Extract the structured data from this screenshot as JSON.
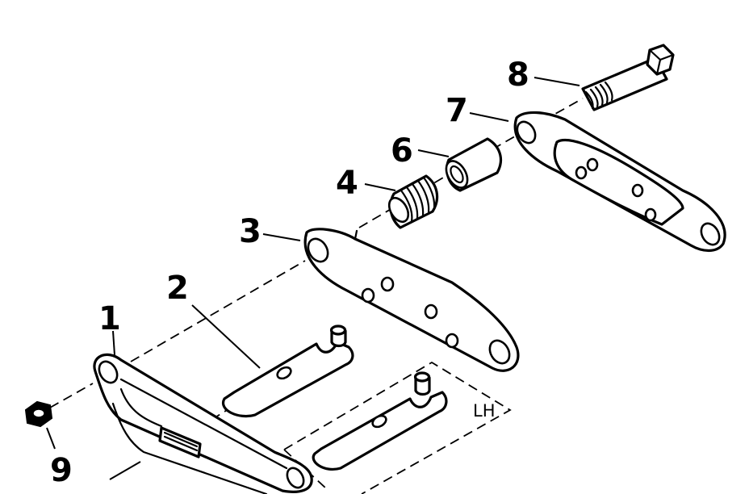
{
  "callouts": [
    {
      "id": "1",
      "text": "1"
    },
    {
      "id": "2",
      "text": "2"
    },
    {
      "id": "3",
      "text": "3"
    },
    {
      "id": "4",
      "text": "4"
    },
    {
      "id": "6",
      "text": "6"
    },
    {
      "id": "7",
      "text": "7"
    },
    {
      "id": "8",
      "text": "8"
    },
    {
      "id": "9",
      "text": "9"
    }
  ],
  "side_label": "LH",
  "colors": {
    "ink": "#000000",
    "paper": "#ffffff"
  }
}
